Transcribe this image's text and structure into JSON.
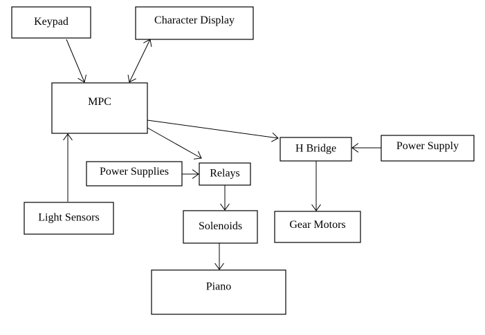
{
  "diagram": {
    "nodes": [
      {
        "id": "keypad",
        "label": "Keypad"
      },
      {
        "id": "character-display",
        "label": "Character Display"
      },
      {
        "id": "mpc",
        "label": "MPC"
      },
      {
        "id": "h-bridge",
        "label": "H Bridge"
      },
      {
        "id": "power-supply",
        "label": "Power Supply"
      },
      {
        "id": "power-supplies",
        "label": "Power Supplies"
      },
      {
        "id": "relays",
        "label": "Relays"
      },
      {
        "id": "light-sensors",
        "label": "Light Sensors"
      },
      {
        "id": "solenoids",
        "label": "Solenoids"
      },
      {
        "id": "gear-motors",
        "label": "Gear Motors"
      },
      {
        "id": "piano",
        "label": "Piano"
      }
    ],
    "edges": [
      {
        "from": "keypad",
        "to": "mpc",
        "direction": "forward"
      },
      {
        "from": "mpc",
        "to": "character-display",
        "direction": "both"
      },
      {
        "from": "mpc",
        "to": "h-bridge",
        "direction": "forward"
      },
      {
        "from": "mpc",
        "to": "relays",
        "direction": "forward"
      },
      {
        "from": "light-sensors",
        "to": "mpc",
        "direction": "forward"
      },
      {
        "from": "power-supply",
        "to": "h-bridge",
        "direction": "forward"
      },
      {
        "from": "power-supplies",
        "to": "relays",
        "direction": "forward"
      },
      {
        "from": "relays",
        "to": "solenoids",
        "direction": "forward"
      },
      {
        "from": "h-bridge",
        "to": "gear-motors",
        "direction": "forward"
      },
      {
        "from": "solenoids",
        "to": "piano",
        "direction": "forward"
      }
    ]
  }
}
